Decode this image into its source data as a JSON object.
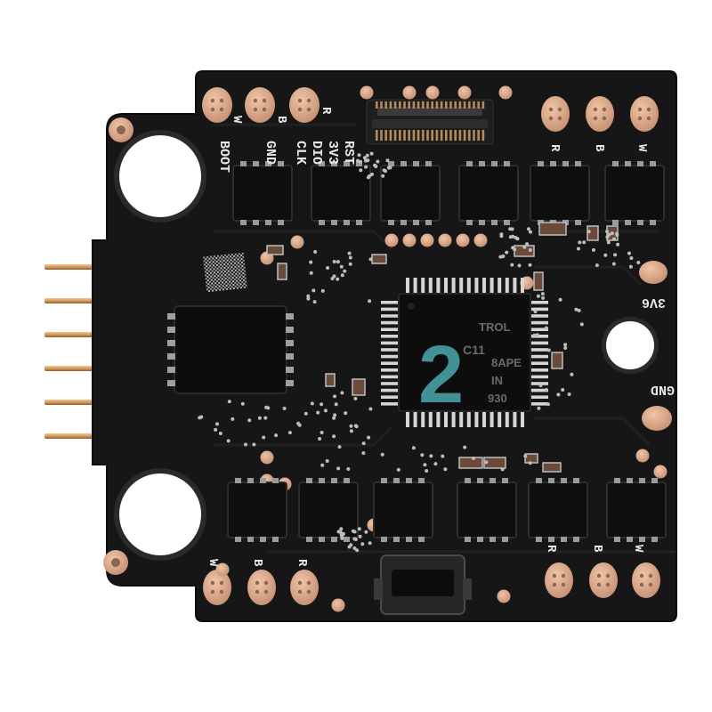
{
  "colors": {
    "background": "#ffffff",
    "pcb": "#161616",
    "pcb_edge": "#0b0b0b",
    "trace": "#1f1f1f",
    "pad": "#d9a98c",
    "pad_dark": "#b98570",
    "pin_gold": "#d6a06a",
    "pin_dark": "#a8733f",
    "chip": "#0d0d0d",
    "chip_border": "#2a2a2a",
    "silkscreen": "#e8e8e8",
    "via": "#cfcfcf",
    "marker": "#4fb3b8"
  },
  "labels": {
    "boot": "BOOT",
    "gnd": "GND",
    "clk": "CLK",
    "dio": "DIO",
    "v3v3": "3V3",
    "rst": "RST",
    "top_right_r": "R",
    "top_right_b": "B",
    "top_right_w": "W",
    "top_left_w": "W",
    "top_left_b": "B",
    "top_left_r": "R",
    "bottom_left_w": "W",
    "bottom_left_b": "B",
    "bottom_left_r": "R",
    "bottom_right_r": "R",
    "bottom_right_b": "B",
    "bottom_right_w": "W",
    "v3v6": "3V6",
    "gnd_right": "GND"
  },
  "mcu": {
    "line1": "TROL",
    "line2": "C11",
    "line3": "8APE",
    "line4": "IN",
    "line5": "930",
    "marker": "2"
  },
  "icons": {
    "header_pins": "header-pins-icon",
    "connector": "fpc-connector-icon",
    "mounting_hole": "mounting-hole-icon",
    "datamatrix": "datamatrix-icon"
  }
}
